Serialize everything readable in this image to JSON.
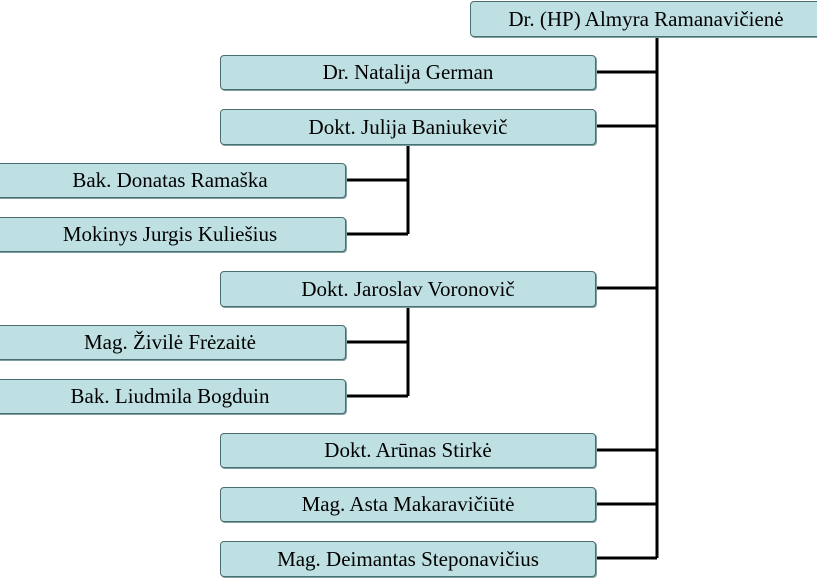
{
  "org_chart": {
    "head": "Dr. (HP) Almyra Ramanavičienė",
    "members": [
      "Dr. Natalija German",
      "Dokt. Julija Baniukevič",
      "Bak. Donatas Ramaška",
      "Mokinys Jurgis Kuliešius",
      "Dokt. Jaroslav Voronovič",
      "Mag. Živilė Frėzaitė",
      "Bak. Liudmila Bogduin",
      "Dokt. Arūnas Stirkė",
      "Mag. Asta Makaravičiūtė",
      "Mag. Deimantas Steponavičius"
    ]
  },
  "colors": {
    "box_fill": "#bfe0e3",
    "box_border": "#4a6f73",
    "connector": "#000000"
  }
}
